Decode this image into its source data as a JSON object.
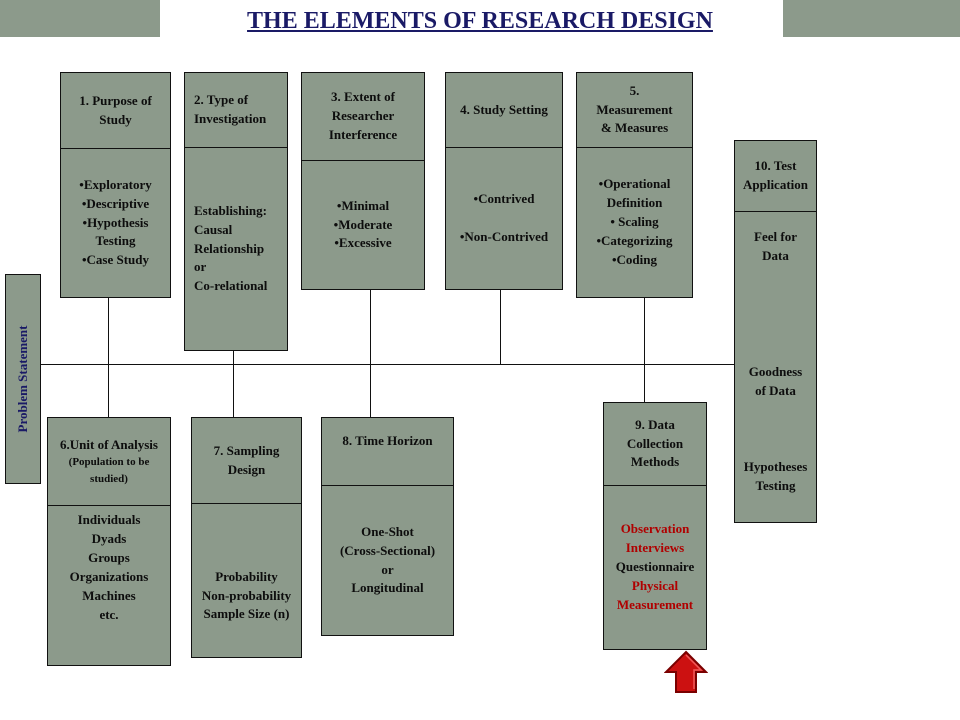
{
  "title": "THE ELEMENTS OF  RESEARCH DESIGN",
  "problem_statement": "Problem Statement",
  "purpose": {
    "header": [
      "1. Purpose of",
      "Study"
    ],
    "items": [
      "•Exploratory",
      "•Descriptive",
      "•Hypothesis",
      "Testing",
      "•Case Study"
    ]
  },
  "investigation": {
    "header": [
      "2. Type of",
      "Investigation"
    ],
    "items": [
      "Establishing:",
      "Causal",
      "Relationship",
      "or",
      "Co-relational"
    ]
  },
  "interference": {
    "header": [
      "3. Extent of",
      "Researcher",
      "Interference"
    ],
    "items": [
      "•Minimal",
      "•Moderate",
      "•Excessive"
    ]
  },
  "setting": {
    "header": [
      "4. Study Setting"
    ],
    "items": [
      "•Contrived",
      "",
      "•Non-Contrived"
    ]
  },
  "measurement": {
    "header": [
      "5.",
      "Measurement",
      "& Measures"
    ],
    "items": [
      "•Operational",
      "Definition",
      "• Scaling",
      "•Categorizing",
      "•Coding"
    ]
  },
  "unit": {
    "header": [
      "6.Unit of Analysis"
    ],
    "sub": [
      "(Population to be",
      "studied)"
    ],
    "items": [
      "Individuals",
      "Dyads",
      "Groups",
      "Organizations",
      "Machines",
      "etc."
    ]
  },
  "sampling": {
    "header": [
      "7. Sampling",
      "Design"
    ],
    "items": [
      "Probability",
      "Non-probability",
      "Sample Size (n)"
    ]
  },
  "time": {
    "header": [
      "8. Time Horizon"
    ],
    "items": [
      "One-Shot",
      "(Cross-Sectional)",
      "or",
      "Longitudinal"
    ]
  },
  "collection": {
    "header": [
      "9. Data",
      "Collection",
      "Methods"
    ],
    "items": [
      "Observation",
      "Interviews",
      "Questionnaire",
      "Physical",
      "Measurement"
    ],
    "red": [
      true,
      true,
      false,
      true,
      true
    ]
  },
  "test": {
    "header": [
      "10. Test",
      "Application"
    ],
    "items": [
      "Feel for",
      "Data",
      "Goodness",
      "of Data",
      "Hypotheses",
      "Testing"
    ]
  },
  "colors": {
    "box": "#8c9a8b",
    "title": "#1a1a66",
    "highlight": "#b00000",
    "arrow": "#cc1111"
  },
  "icons": {
    "arrow": "up-arrow-icon"
  }
}
